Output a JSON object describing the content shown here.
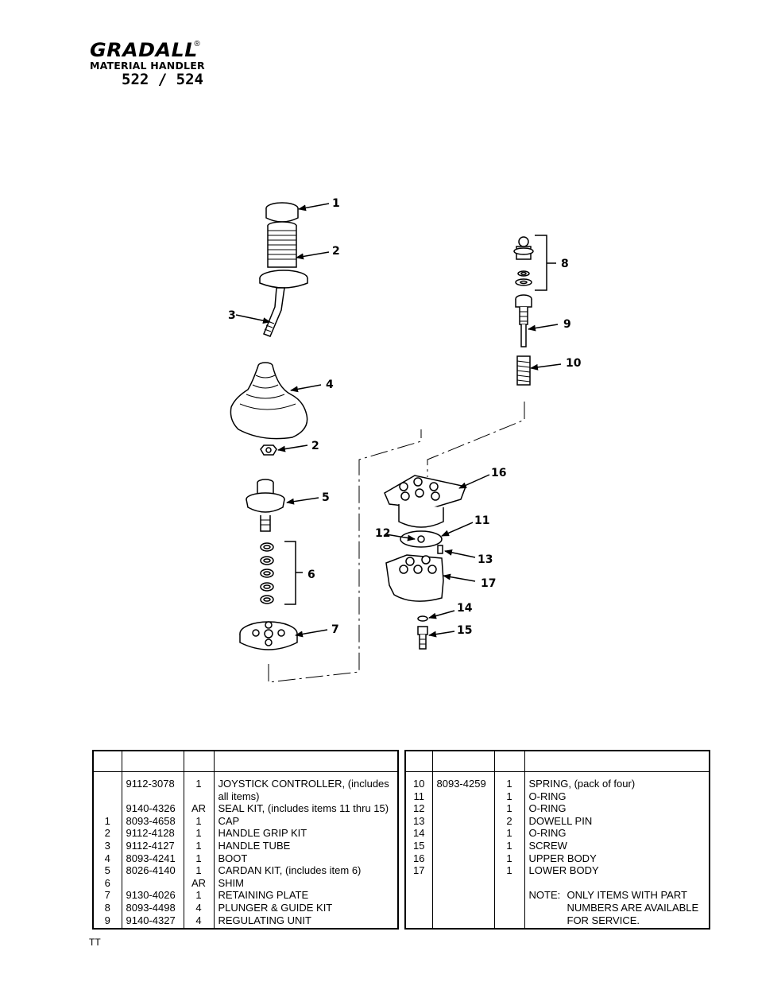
{
  "header": {
    "brand": "GRADALL",
    "registered": "®",
    "product": "MATERIAL HANDLER",
    "model": "522 / 524"
  },
  "diagram": {
    "callouts": [
      "1",
      "2",
      "3",
      "4",
      "2",
      "5",
      "6",
      "7",
      "8",
      "9",
      "10",
      "16",
      "11",
      "12",
      "13",
      "17",
      "14",
      "15"
    ]
  },
  "parts_left": {
    "rows": [
      {
        "item": "",
        "part": "9112-3078",
        "qty": "1",
        "desc": [
          "JOYSTICK CONTROLLER, (includes",
          "all items)"
        ]
      },
      {
        "item": "",
        "part": "9140-4326",
        "qty": "AR",
        "desc": [
          "SEAL KIT, (includes items 11 thru 15)"
        ]
      },
      {
        "item": "1",
        "part": "8093-4658",
        "qty": "1",
        "desc": [
          "CAP"
        ]
      },
      {
        "item": "2",
        "part": "9112-4128",
        "qty": "1",
        "desc": [
          "HANDLE GRIP KIT"
        ]
      },
      {
        "item": "3",
        "part": "9112-4127",
        "qty": "1",
        "desc": [
          "HANDLE TUBE"
        ]
      },
      {
        "item": "4",
        "part": "8093-4241",
        "qty": "1",
        "desc": [
          "BOOT"
        ]
      },
      {
        "item": "5",
        "part": "8026-4140",
        "qty": "1",
        "desc": [
          "CARDAN KIT, (includes item 6)"
        ]
      },
      {
        "item": "6",
        "part": "",
        "qty": "AR",
        "desc": [
          "SHIM"
        ]
      },
      {
        "item": "7",
        "part": "9130-4026",
        "qty": "1",
        "desc": [
          "RETAINING PLATE"
        ]
      },
      {
        "item": "8",
        "part": "8093-4498",
        "qty": "4",
        "desc": [
          "PLUNGER & GUIDE KIT"
        ]
      },
      {
        "item": "9",
        "part": "9140-4327",
        "qty": "4",
        "desc": [
          "REGULATING UNIT"
        ]
      }
    ]
  },
  "parts_right": {
    "rows": [
      {
        "item": "10",
        "part": "8093-4259",
        "qty": "1",
        "desc": "SPRING, (pack of four)"
      },
      {
        "item": "11",
        "part": "",
        "qty": "1",
        "desc": "O-RING"
      },
      {
        "item": "12",
        "part": "",
        "qty": "1",
        "desc": "O-RING"
      },
      {
        "item": "13",
        "part": "",
        "qty": "2",
        "desc": "DOWELL PIN"
      },
      {
        "item": "14",
        "part": "",
        "qty": "1",
        "desc": "O-RING"
      },
      {
        "item": "15",
        "part": "",
        "qty": "1",
        "desc": "SCREW"
      },
      {
        "item": "16",
        "part": "",
        "qty": "1",
        "desc": "UPPER BODY"
      },
      {
        "item": "17",
        "part": "",
        "qty": "1",
        "desc": "LOWER BODY"
      }
    ],
    "note_label": "NOTE:",
    "note_lines": [
      "ONLY ITEMS WITH PART",
      "NUMBERS ARE AVAILABLE",
      "FOR SERVICE."
    ]
  },
  "footer": {
    "code": "TT"
  }
}
